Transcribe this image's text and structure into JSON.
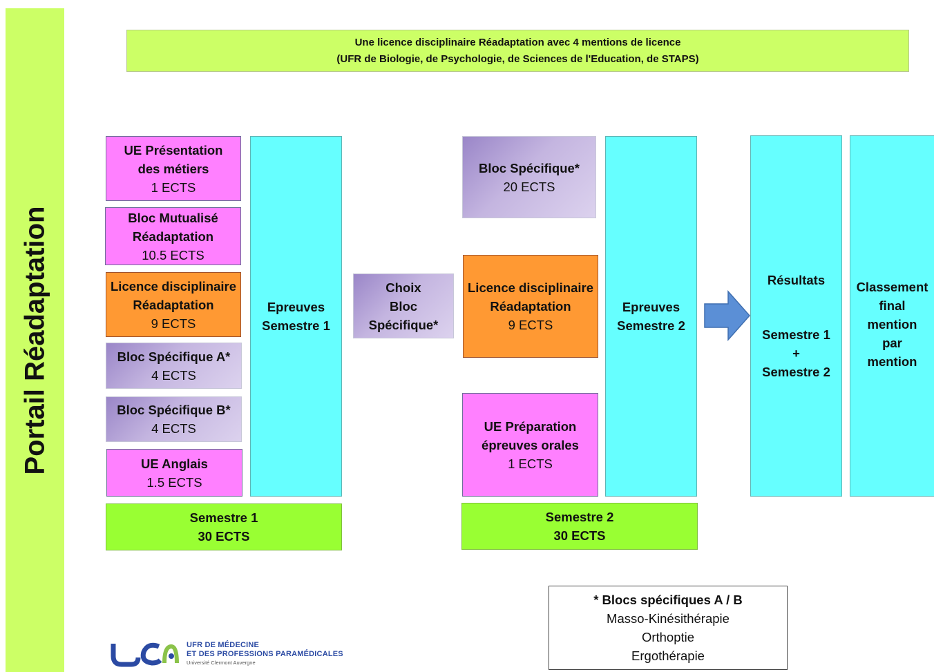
{
  "sidebar": {
    "title": "Portail Réadaptation"
  },
  "header": {
    "line1": "Une licence disciplinaire Réadaptation avec 4 mentions de licence",
    "line2": "(UFR de Biologie, de Psychologie, de Sciences de l'Education, de STAPS)"
  },
  "semester1": {
    "ue_presentation": {
      "l1": "UE Présentation",
      "l2": "des métiers",
      "l3": "1 ECTS"
    },
    "bloc_mutualise": {
      "l1": "Bloc Mutualisé",
      "l2": "Réadaptation",
      "l3": "10.5 ECTS"
    },
    "licence": {
      "l1": "Licence disciplinaire",
      "l2": "Réadaptation",
      "l3": "9 ECTS"
    },
    "bloc_a": {
      "l1": "Bloc Spécifique A*",
      "l2": "4 ECTS"
    },
    "bloc_b": {
      "l1": "Bloc Spécifique B*",
      "l2": "4 ECTS"
    },
    "ue_anglais": {
      "l1": "UE Anglais",
      "l2": "1.5 ECTS"
    },
    "epreuves": {
      "l1": "Epreuves",
      "l2": "Semestre 1"
    },
    "total": {
      "l1": "Semestre 1",
      "l2": "30 ECTS"
    }
  },
  "choix": {
    "l1": "Choix",
    "l2": "Bloc",
    "l3": "Spécifique*"
  },
  "semester2": {
    "bloc_specifique": {
      "l1": "Bloc Spécifique*",
      "l2": "20 ECTS"
    },
    "licence": {
      "l1": "Licence disciplinaire",
      "l2": "Réadaptation",
      "l3": "9 ECTS"
    },
    "ue_preparation": {
      "l1": "UE Préparation",
      "l2": "épreuves orales",
      "l3": "1 ECTS"
    },
    "epreuves": {
      "l1": "Epreuves",
      "l2": "Semestre 2"
    },
    "total": {
      "l1": "Semestre 2",
      "l2": "30 ECTS"
    }
  },
  "resultats": {
    "l1": "Résultats",
    "l2": "Semestre 1",
    "l3": "+",
    "l4": "Semestre 2"
  },
  "classement": {
    "l1": "Classement",
    "l2": "final",
    "l3": "mention",
    "l4": "par",
    "l5": "mention"
  },
  "legend": {
    "title": "* Blocs spécifiques A / B",
    "items": [
      "Masso-Kinésithérapie",
      "Orthoptie",
      "Ergothérapie"
    ]
  },
  "logo": {
    "line1": "UFR DE MÉDECINE",
    "line2": "ET DES PROFESSIONS PARAMÉDICALES",
    "line3": "Université Clermont Auvergne"
  },
  "colors": {
    "pink": "#ff80ff",
    "orange": "#ff9933",
    "purple": "#c4b5e0",
    "cyan": "#66ffff",
    "green": "#99ff33",
    "light_green": "#ccff66",
    "arrow": "#5b8fd6",
    "logo_blue": "#2b4aa3"
  }
}
